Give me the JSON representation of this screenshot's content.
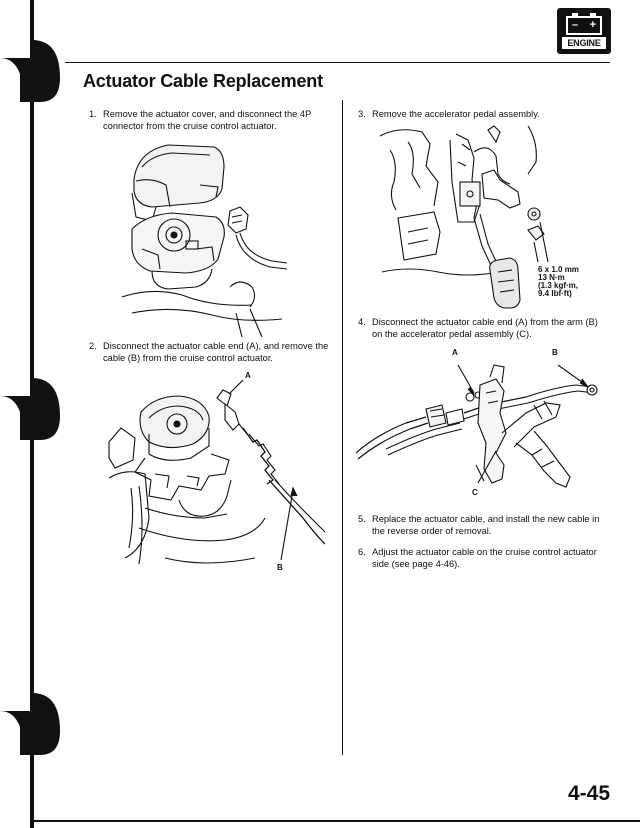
{
  "header": {
    "engine_badge_label": "ENGINE",
    "badge_minus": "–",
    "badge_plus": "+"
  },
  "section_title": "Actuator Cable Replacement",
  "steps": [
    {
      "number": "1.",
      "text": "Remove the actuator cover, and disconnect the 4P connector from the cruise control actuator."
    },
    {
      "number": "2.",
      "text": "Disconnect the actuator cable end (A), and remove the cable (B) from the cruise control actuator."
    },
    {
      "number": "3.",
      "text": "Remove the accelerator pedal assembly."
    },
    {
      "number": "4.",
      "text": "Disconnect the actuator cable end (A) from the arm (B) on the accelerator pedal assembly (C)."
    },
    {
      "number": "5.",
      "text": "Replace the actuator cable, and install the new cable in the reverse order of removal."
    },
    {
      "number": "6.",
      "text": "Adjust the actuator cable on the cruise control actuator side (see page 4-46)."
    }
  ],
  "figures": {
    "fig2": {
      "callout_a": "A",
      "callout_b": "B"
    },
    "fig3": {
      "torque_lines": [
        "6 x 1.0 mm",
        "13 N·m",
        "(1.3 kgf·m,",
        "9.4 lbf·ft)"
      ]
    },
    "fig4": {
      "callout_a": "A",
      "callout_b": "B",
      "callout_c": "C"
    }
  },
  "page_number": "4-45"
}
